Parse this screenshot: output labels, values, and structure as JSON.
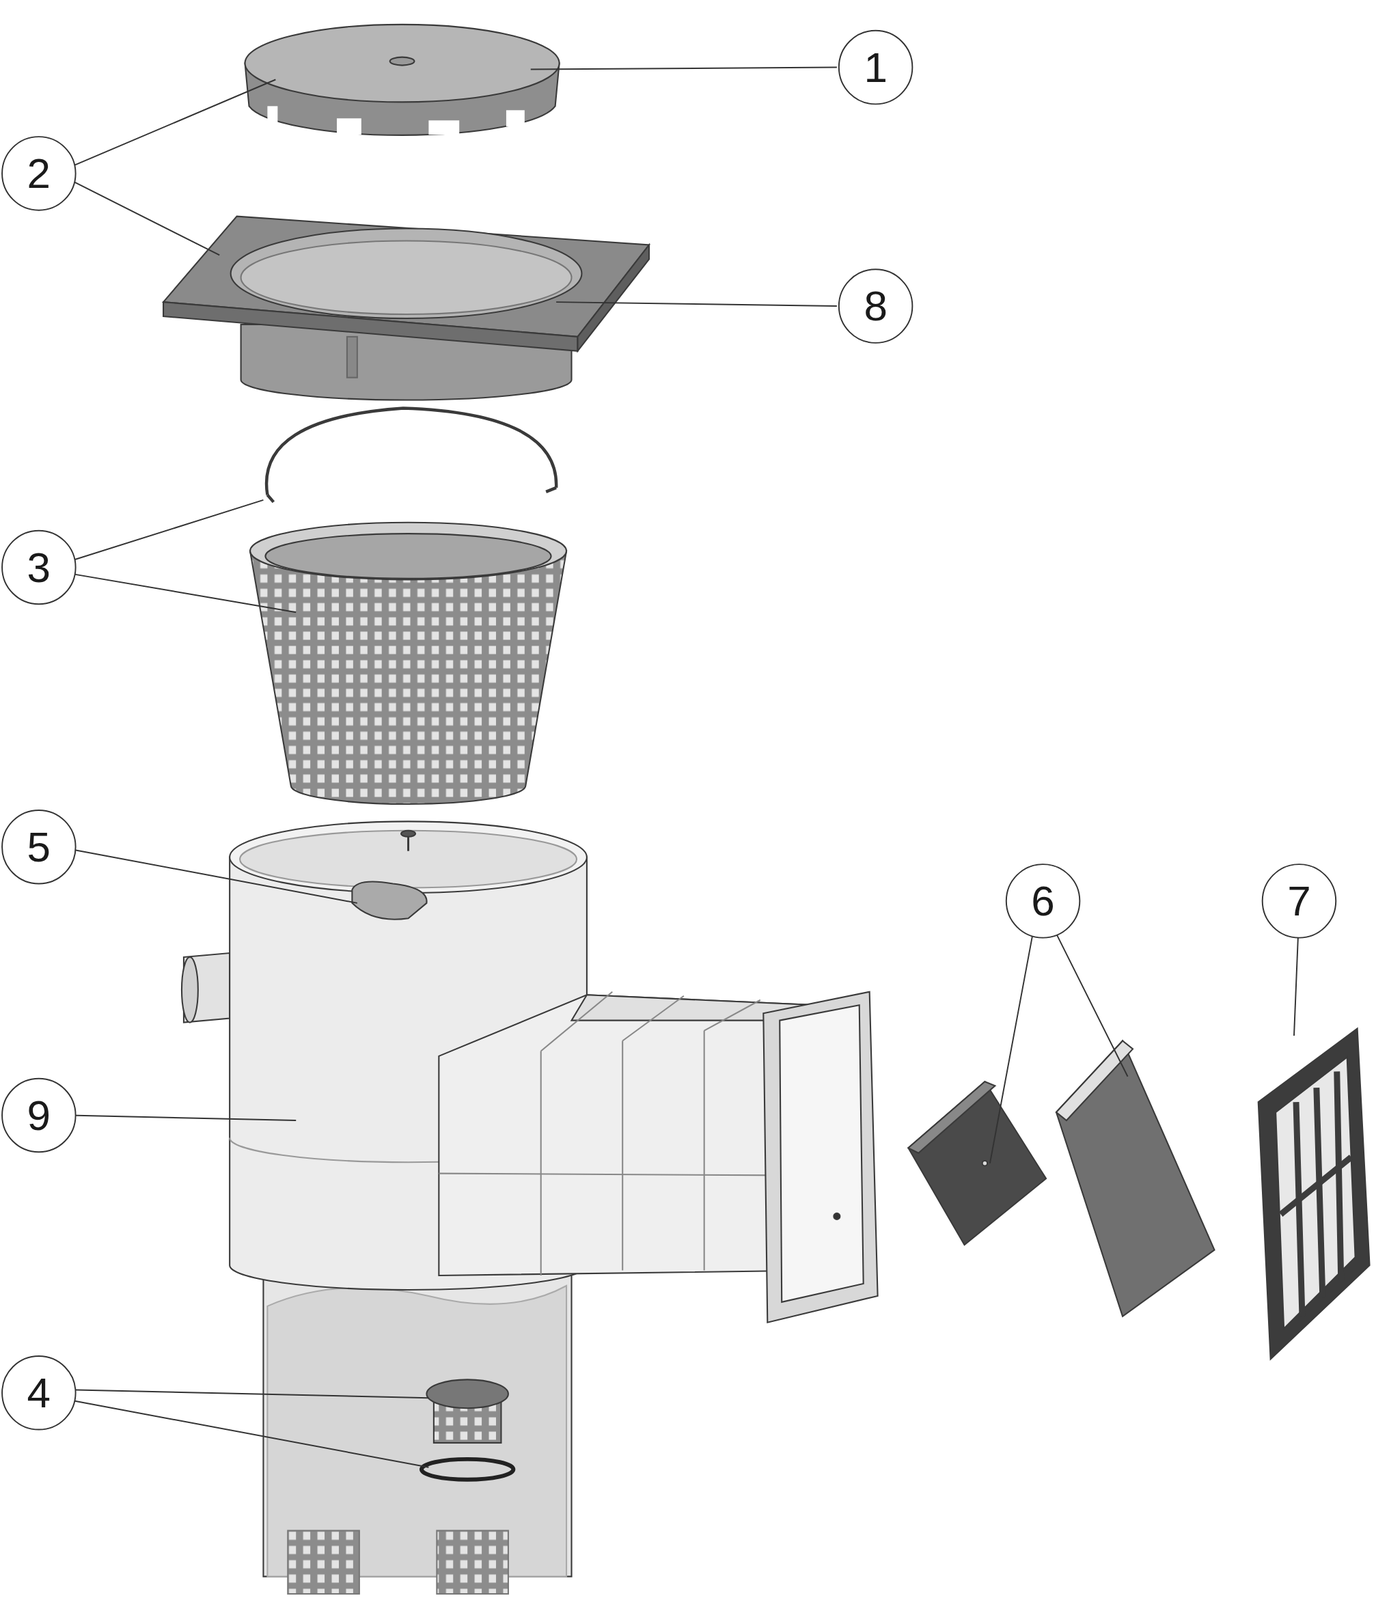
{
  "diagram": {
    "labels": [
      "1",
      "2",
      "8",
      "3",
      "5",
      "9",
      "4",
      "6",
      "7"
    ]
  }
}
